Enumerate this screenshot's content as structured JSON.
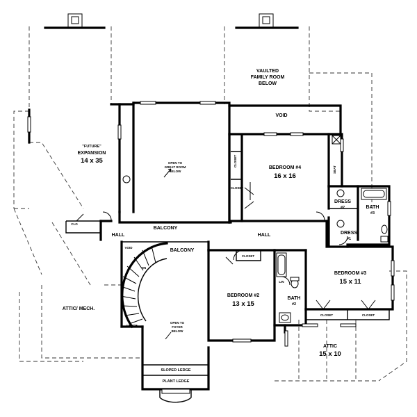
{
  "labels": {
    "vaulted_family": [
      "VAULTED",
      "FAMILY ROOM",
      "BELOW"
    ],
    "void_top": "VOID",
    "future": "\"FUTURE\"",
    "expansion_name": "EXPANSION",
    "expansion_dim": "14 x 35",
    "open_great": [
      "OPEN TO",
      "GREAT ROOM",
      "BELOW"
    ],
    "bedroom4_name": "BEDROOM #4",
    "bedroom4_dim": "16 x 16",
    "closet": "CLOSET",
    "seat": "SEAT",
    "dress2": [
      "DRESS",
      "#2"
    ],
    "bath3": [
      "BATH",
      "#3"
    ],
    "dress1": [
      "DRESS",
      "#1"
    ],
    "hall_left": "HALL",
    "balcony_top": "BALCONY",
    "hall_right": "HALL",
    "clo": "CLO",
    "void_small": "VOID",
    "balcony_mid": "BALCONY",
    "dn": "DN",
    "bedroom3_name": "BEDROOM #3",
    "bedroom3_dim": "15 x 11",
    "bedroom2_name": "BEDROOM #2",
    "bedroom2_dim": "13 x 15",
    "bath2": [
      "BATH",
      "#2"
    ],
    "linen": "LIN",
    "attic_mech": "ATTIC/ MECH.",
    "ledge": "LEDGE",
    "open_foyer": [
      "OPEN TO",
      "FOYER",
      "BELOW"
    ],
    "attic_name": "ATTIC",
    "attic_dim": "15 x 10",
    "sloped_ledge": "SLOPED LEDGE",
    "plant_ledge": "PLANT LEDGE"
  }
}
